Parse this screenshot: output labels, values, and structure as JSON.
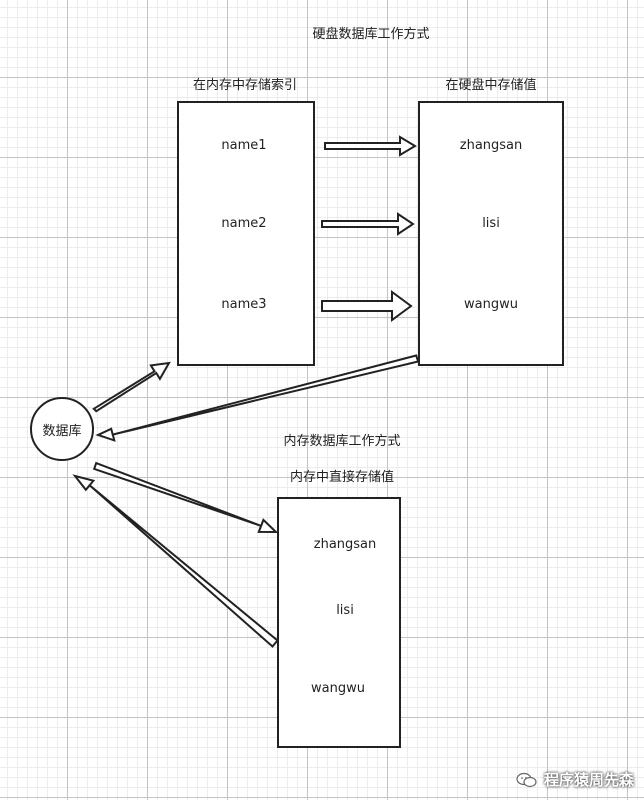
{
  "title": "硬盘数据库工作方式",
  "disk_section": {
    "index_label": "在内存中存储索引",
    "index_items": [
      "name1",
      "name2",
      "name3"
    ],
    "value_label": "在硬盘中存储值",
    "value_items": [
      "zhangsan",
      "lisi",
      "wangwu"
    ]
  },
  "database_label": "数据库",
  "memory_section": {
    "title": "内存数据库工作方式",
    "value_label": "内存中直接存储值",
    "value_items": [
      "zhangsan",
      "lisi",
      "wangwu"
    ]
  },
  "watermark": "程序猿周先森",
  "icons": {
    "watermark_icon": "wechat-icon"
  }
}
